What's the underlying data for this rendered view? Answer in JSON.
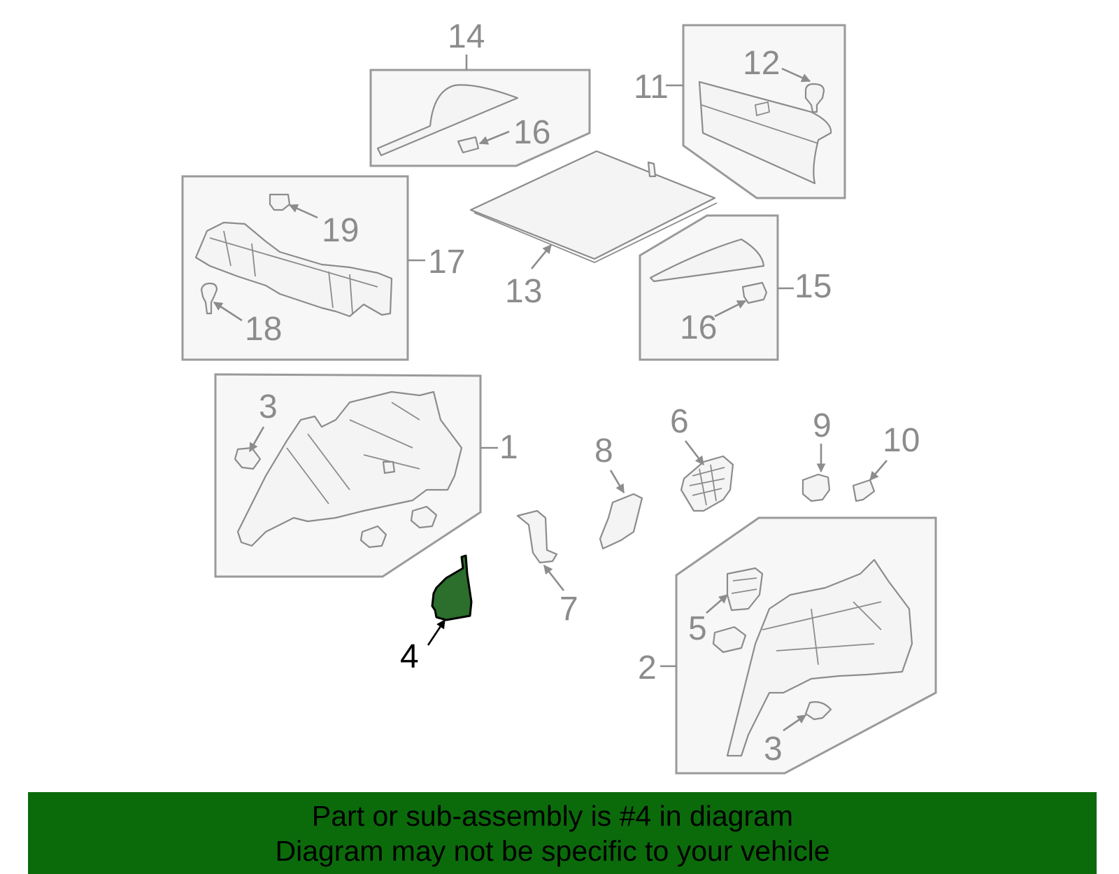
{
  "colors": {
    "highlight_fill": "#2c6e2c",
    "banner_bg": "#0b6b0b",
    "line_gray": "#8c8c8c",
    "box_fill": "#f7f7f7"
  },
  "callouts": {
    "c1": "1",
    "c2": "2",
    "c3a": "3",
    "c3b": "3",
    "c4": "4",
    "c5": "5",
    "c6": "6",
    "c7": "7",
    "c8": "8",
    "c9": "9",
    "c10": "10",
    "c11": "11",
    "c12": "12",
    "c13": "13",
    "c14": "14",
    "c15": "15",
    "c16a": "16",
    "c16b": "16",
    "c17": "17",
    "c18": "18",
    "c19": "19"
  },
  "banner": {
    "line1": "Part or sub-assembly is #4 in diagram",
    "line2": "Diagram may not be specific to your vehicle"
  }
}
